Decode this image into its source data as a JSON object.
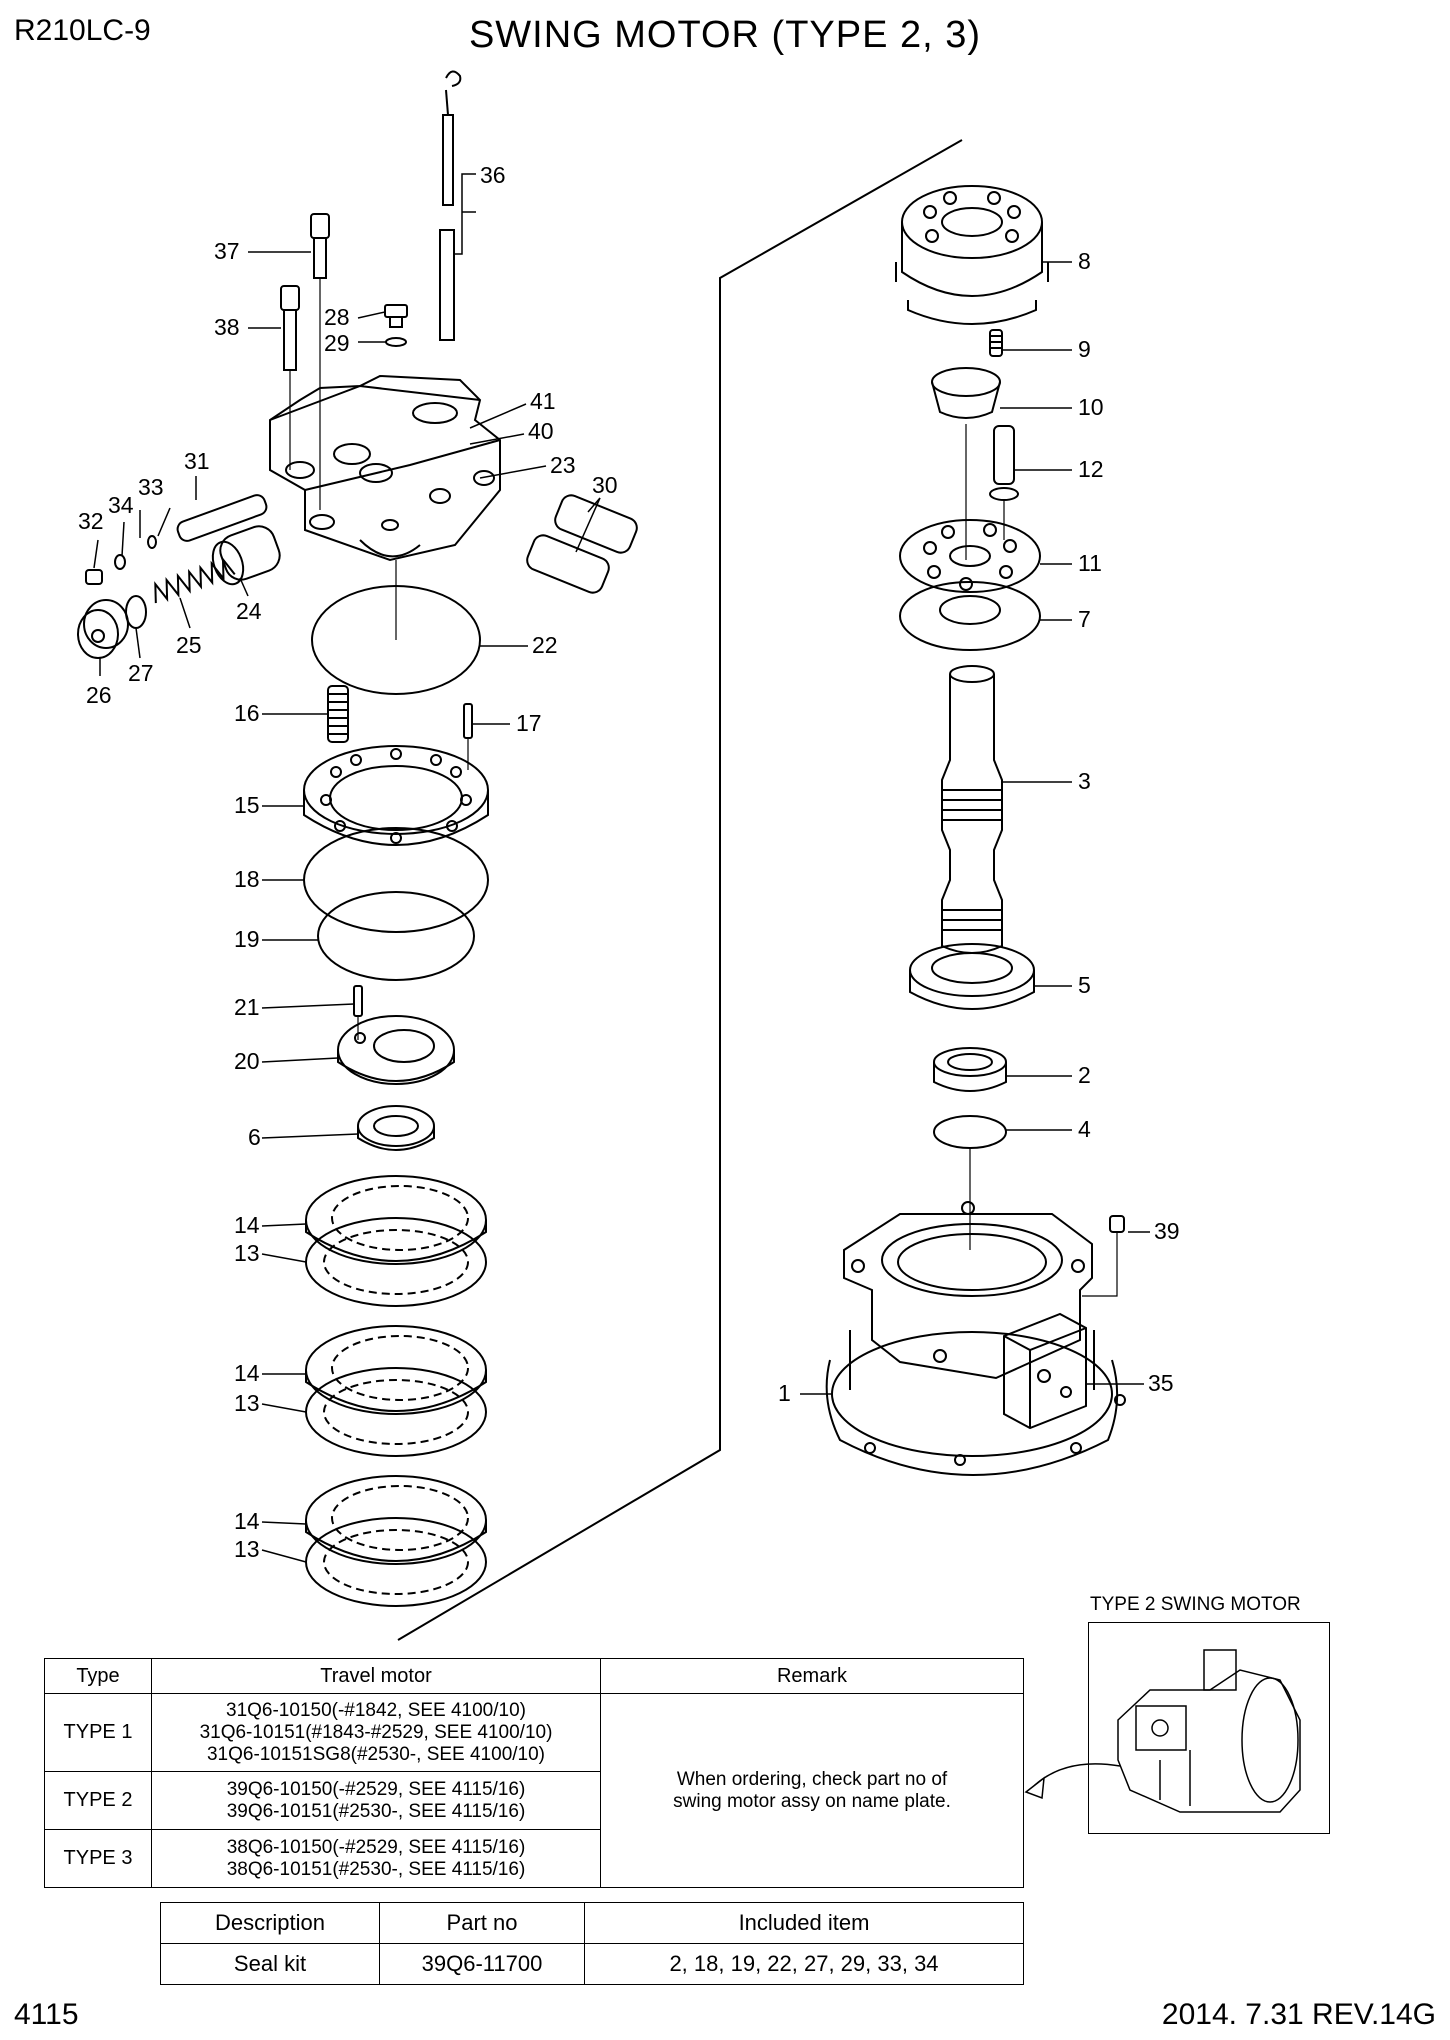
{
  "header": {
    "model": "R210LC-9",
    "title": "SWING MOTOR (TYPE 2, 3)"
  },
  "footer": {
    "page": "4115",
    "revision": "2014. 7.31  REV.14G"
  },
  "callouts": {
    "c1": "1",
    "c2": "2",
    "c3": "3",
    "c4": "4",
    "c5": "5",
    "c6": "6",
    "c7": "7",
    "c8": "8",
    "c9": "9",
    "c10": "10",
    "c11": "11",
    "c12": "12",
    "c13a": "13",
    "c13b": "13",
    "c13c": "13",
    "c14a": "14",
    "c14b": "14",
    "c14c": "14",
    "c15": "15",
    "c16": "16",
    "c17": "17",
    "c18": "18",
    "c19": "19",
    "c20": "20",
    "c21": "21",
    "c22": "22",
    "c23": "23",
    "c24": "24",
    "c25": "25",
    "c26": "26",
    "c27": "27",
    "c28": "28",
    "c29": "29",
    "c30": "30",
    "c31": "31",
    "c32": "32",
    "c33": "33",
    "c34": "34",
    "c35": "35",
    "c36": "36",
    "c37": "37",
    "c38": "38",
    "c39": "39",
    "c40": "40",
    "c41": "41"
  },
  "inset": {
    "label": "TYPE 2 SWING MOTOR"
  },
  "motor_table": {
    "headers": {
      "type": "Type",
      "motor": "Travel motor",
      "remark": "Remark"
    },
    "rows": [
      {
        "type": "TYPE 1",
        "parts": [
          "31Q6-10150(-#1842, SEE 4100/10)",
          "31Q6-10151(#1843-#2529, SEE 4100/10)",
          "31Q6-10151SG8(#2530-, SEE 4100/10)"
        ]
      },
      {
        "type": "TYPE 2",
        "parts": [
          "39Q6-10150(-#2529, SEE 4115/16)",
          "39Q6-10151(#2530-, SEE 4115/16)"
        ]
      },
      {
        "type": "TYPE 3",
        "parts": [
          "38Q6-10150(-#2529, SEE 4115/16)",
          "38Q6-10151(#2530-, SEE 4115/16)"
        ]
      }
    ],
    "remark": [
      "When ordering, check part no of",
      "swing motor assy on name plate."
    ]
  },
  "kit_table": {
    "headers": {
      "description": "Description",
      "part_no": "Part no",
      "included": "Included item"
    },
    "row": {
      "description": "Seal kit",
      "part_no": "39Q6-11700",
      "included": "2, 18, 19, 22, 27, 29, 33, 34"
    }
  }
}
